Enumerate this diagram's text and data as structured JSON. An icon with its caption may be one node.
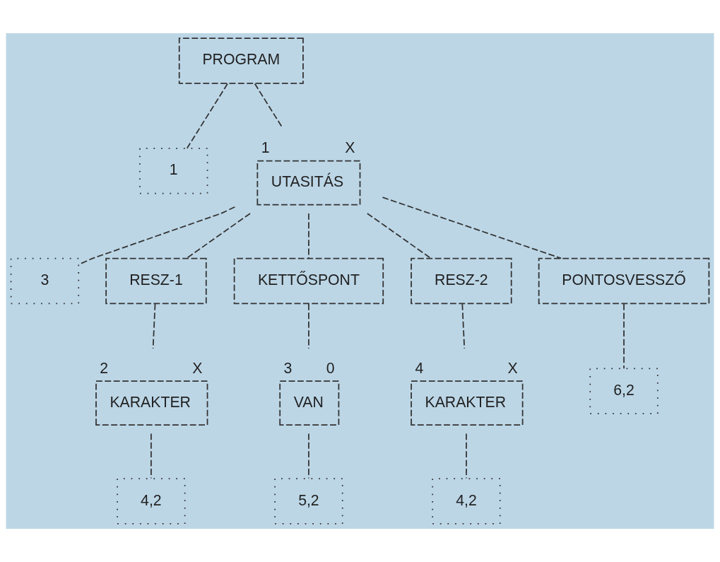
{
  "diagram": {
    "nodes": [
      {
        "text": [
          "PROGRAM"
        ]
      },
      {
        "text": [
          "1"
        ]
      },
      {
        "text": [
          "UTASITÁS"
        ],
        "beside": [
          "1",
          "X"
        ]
      },
      {
        "text": [
          "3"
        ]
      },
      {
        "text": [
          "RESZ-1"
        ]
      },
      {
        "text": [
          "KETTŐSPONT"
        ]
      },
      {
        "text": [
          "RESZ-2"
        ]
      },
      {
        "text": [
          "PONTOSVESSZŐ"
        ]
      },
      {
        "text": [
          "KARAKTER"
        ],
        "beside": [
          "2",
          "X"
        ]
      },
      {
        "text": [
          "VAN"
        ],
        "beside": [
          "3",
          "0"
        ]
      },
      {
        "text": [
          "KARAKTER"
        ],
        "beside": [
          "4",
          "X"
        ]
      },
      {
        "text": [
          "6,2"
        ]
      },
      {
        "text": [
          "4,2"
        ]
      },
      {
        "text": [
          "5,2"
        ]
      },
      {
        "text": [
          "4,2"
        ]
      }
    ],
    "edges": [
      {
        "from": 0,
        "to": 1,
        "arrow": "none"
      },
      {
        "from": 0,
        "to": 2,
        "arrow": "none"
      },
      {
        "from": 2,
        "to": 3,
        "arrow": "none"
      },
      {
        "from": 2,
        "to": 4,
        "arrow": "none"
      },
      {
        "from": 2,
        "to": 5,
        "arrow": "none"
      },
      {
        "from": 2,
        "to": 6,
        "arrow": "none"
      },
      {
        "from": 2,
        "to": 7,
        "arrow": "none"
      },
      {
        "from": 4,
        "to": 8,
        "arrow": "none"
      },
      {
        "from": 5,
        "to": 9,
        "arrow": "none"
      },
      {
        "from": 6,
        "to": 10,
        "arrow": "none"
      },
      {
        "from": 7,
        "to": 11,
        "arrow": "none"
      },
      {
        "from": 8,
        "to": 12,
        "arrow": "none"
      },
      {
        "from": 9,
        "to": 13,
        "arrow": "none"
      },
      {
        "from": 10,
        "to": 14,
        "arrow": "none"
      }
    ]
  }
}
